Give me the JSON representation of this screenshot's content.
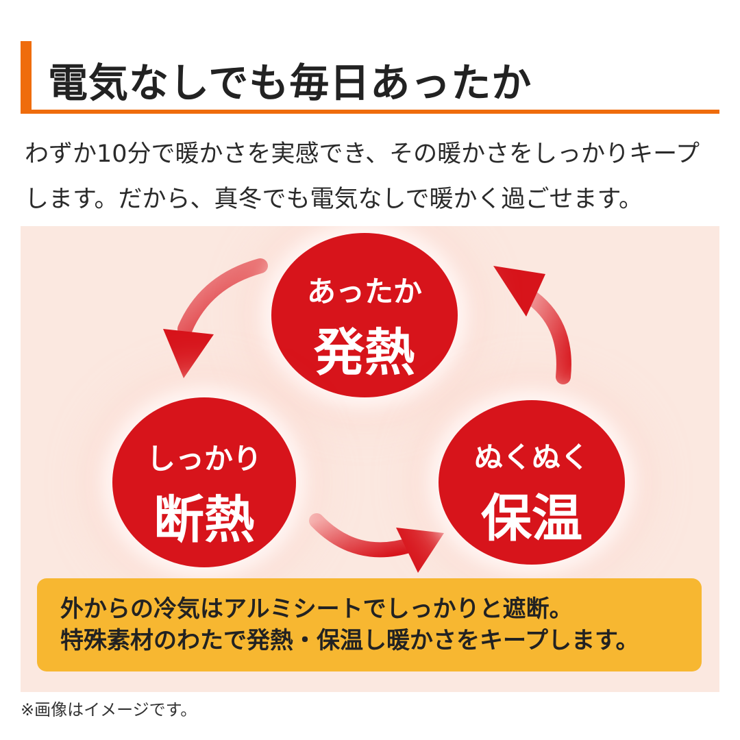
{
  "heading": {
    "title": "電気なしでも毎日あったか"
  },
  "intro": {
    "line1": "わずか10分で暖かさを実感でき、その暖かさをしっかりキープ",
    "line2": "します。だから、真冬でも電気なしで暖かく過ごせます。"
  },
  "cycle": {
    "top": {
      "sub": "あったか",
      "main": "発熱"
    },
    "left": {
      "sub": "しっかり",
      "main": "断熱"
    },
    "right": {
      "sub": "ぬくぬく",
      "main": "保温"
    }
  },
  "note": {
    "line1": "外からの冷気はアルミシートでしっかりと遮断。",
    "line2": "特殊素材のわたで発熱・保温し暖かさをキープします。"
  },
  "footnote": "※画像はイメージです。",
  "colors": {
    "accent": "#ef6c0c",
    "circle_red": "#d7141b",
    "panel_bg": "#fbe8e0",
    "note_bg": "#f7b731"
  }
}
